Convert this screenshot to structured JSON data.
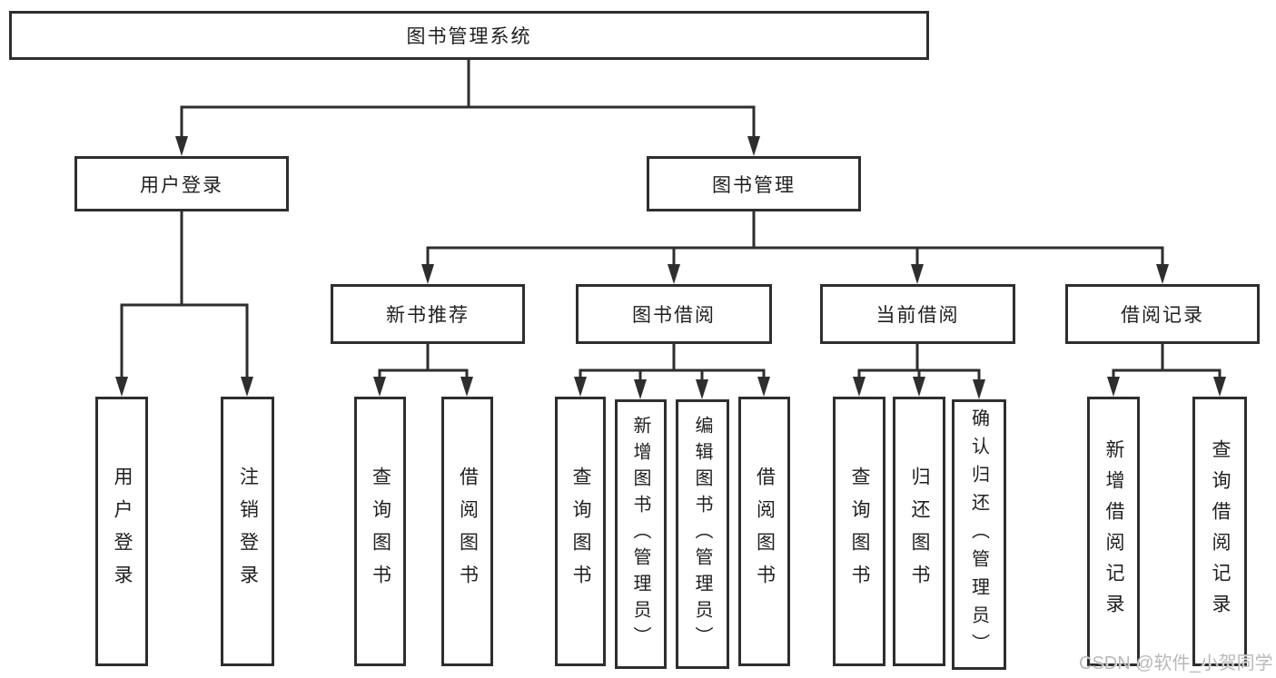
{
  "diagram_title": "图书管理系统",
  "tree": {
    "root": {
      "label": "图书管理系统"
    },
    "branches": [
      {
        "label": "用户登录",
        "children": [
          {
            "label": "用户登录"
          },
          {
            "label": "注销登录"
          }
        ]
      },
      {
        "label": "图书管理",
        "children": [
          {
            "label": "新书推荐",
            "children": [
              {
                "label": "查询图书"
              },
              {
                "label": "借阅图书"
              }
            ]
          },
          {
            "label": "图书借阅",
            "children": [
              {
                "label": "查询图书"
              },
              {
                "label": "新增图书（管理员）"
              },
              {
                "label": "编辑图书（管理员）"
              },
              {
                "label": "借阅图书"
              }
            ]
          },
          {
            "label": "当前借阅",
            "children": [
              {
                "label": "查询图书"
              },
              {
                "label": "归还图书"
              },
              {
                "label": "确认归还（管理员）"
              }
            ]
          },
          {
            "label": "借阅记录",
            "children": [
              {
                "label": "新增借阅记录"
              },
              {
                "label": "查询借阅记录"
              }
            ]
          }
        ]
      }
    ]
  },
  "watermark": {
    "text": "CSDN @软件_小贺同学"
  },
  "colors": {
    "line": "#2e2e2e",
    "box_fill": "#ffffff",
    "text": "#1f1f1f",
    "watermark": "#b9b9b9"
  }
}
